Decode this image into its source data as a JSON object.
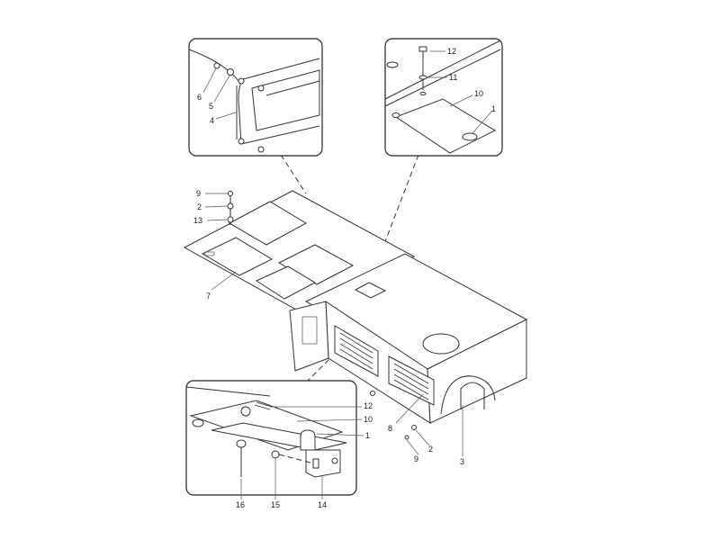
{
  "callouts": {
    "inset_top_left": [
      "6",
      "5",
      "4"
    ],
    "inset_top_right": [
      "12",
      "11",
      "10",
      "1"
    ],
    "main": [
      "9",
      "2",
      "13",
      "7",
      "8",
      "2",
      "9",
      "3"
    ],
    "inset_bottom": [
      "12",
      "10",
      "1",
      "16",
      "15",
      "14"
    ]
  },
  "colors": {
    "line": "#333333",
    "background": "#ffffff"
  }
}
